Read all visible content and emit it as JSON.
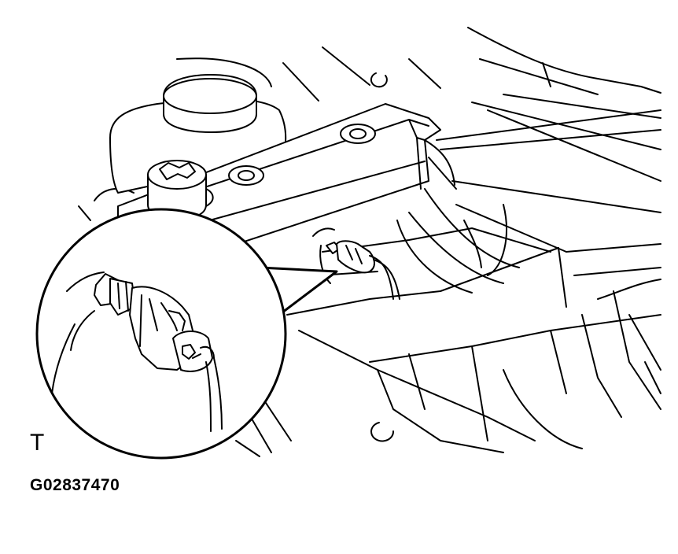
{
  "figure": {
    "view_mark": "T",
    "figure_code": "G02837470"
  },
  "colors": {
    "line": "#000000",
    "background": "#ffffff"
  },
  "icons": [
    "reservoir-cap",
    "bracket-bolt",
    "mounting-hole",
    "electrical-connector",
    "magnifier-callout"
  ]
}
